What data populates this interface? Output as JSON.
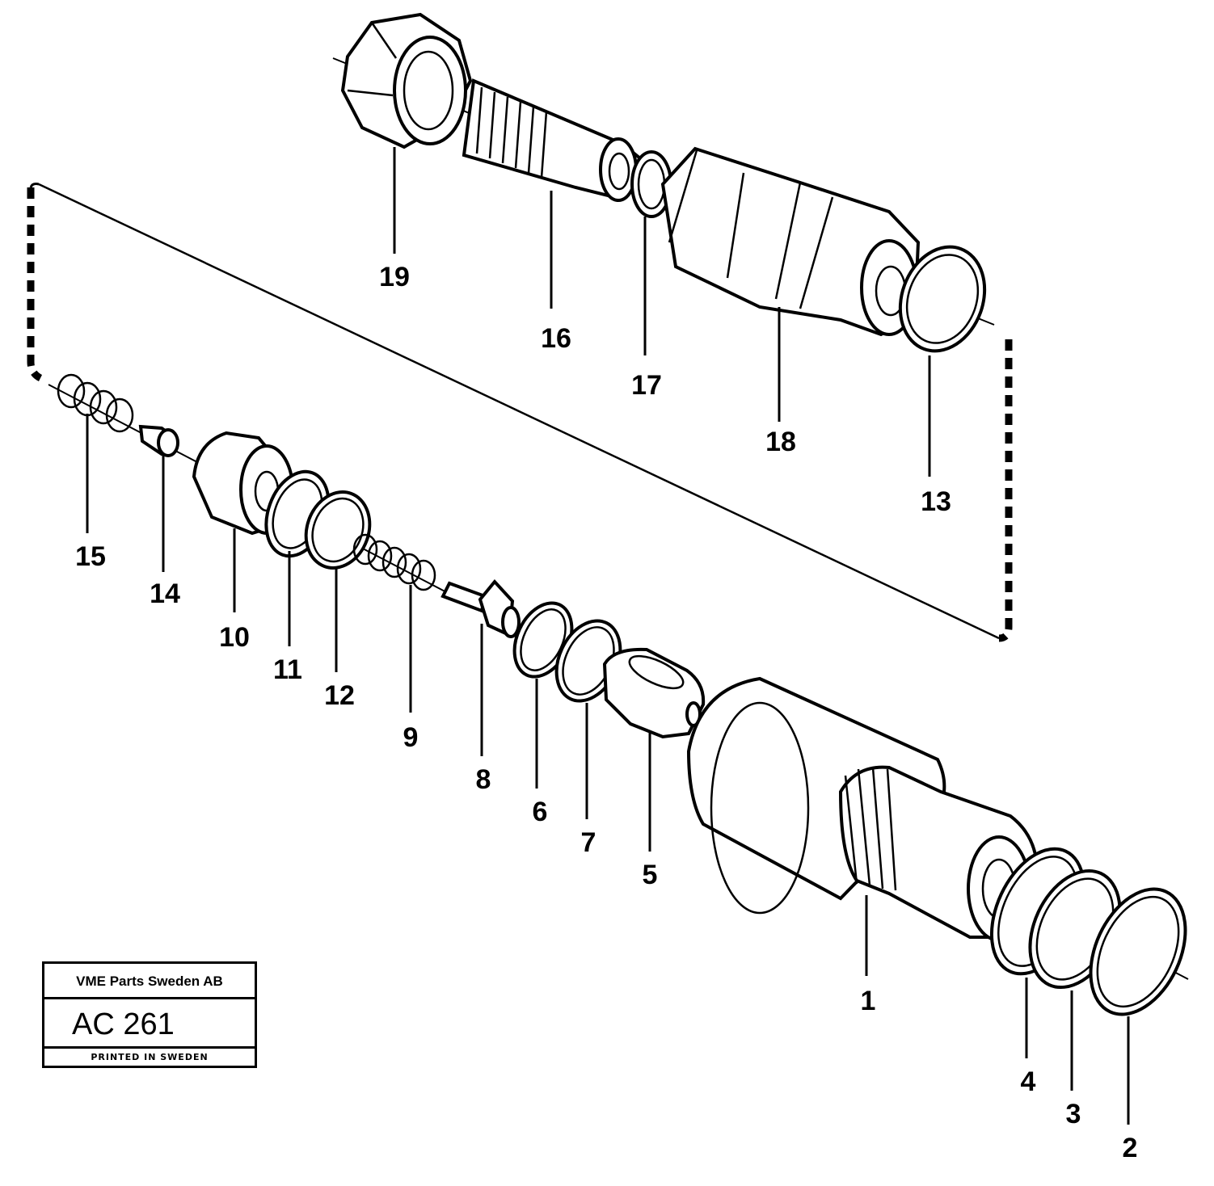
{
  "title_block": {
    "company": "VME Parts Sweden AB",
    "code": "AC 261",
    "printed": "PRINTED IN SWEDEN"
  },
  "parts": [
    {
      "num": "1"
    },
    {
      "num": "2"
    },
    {
      "num": "3"
    },
    {
      "num": "4"
    },
    {
      "num": "5"
    },
    {
      "num": "6"
    },
    {
      "num": "7"
    },
    {
      "num": "8"
    },
    {
      "num": "9"
    },
    {
      "num": "10"
    },
    {
      "num": "11"
    },
    {
      "num": "12"
    },
    {
      "num": "13"
    },
    {
      "num": "14"
    },
    {
      "num": "15"
    },
    {
      "num": "16"
    },
    {
      "num": "17"
    },
    {
      "num": "18"
    },
    {
      "num": "19"
    }
  ]
}
